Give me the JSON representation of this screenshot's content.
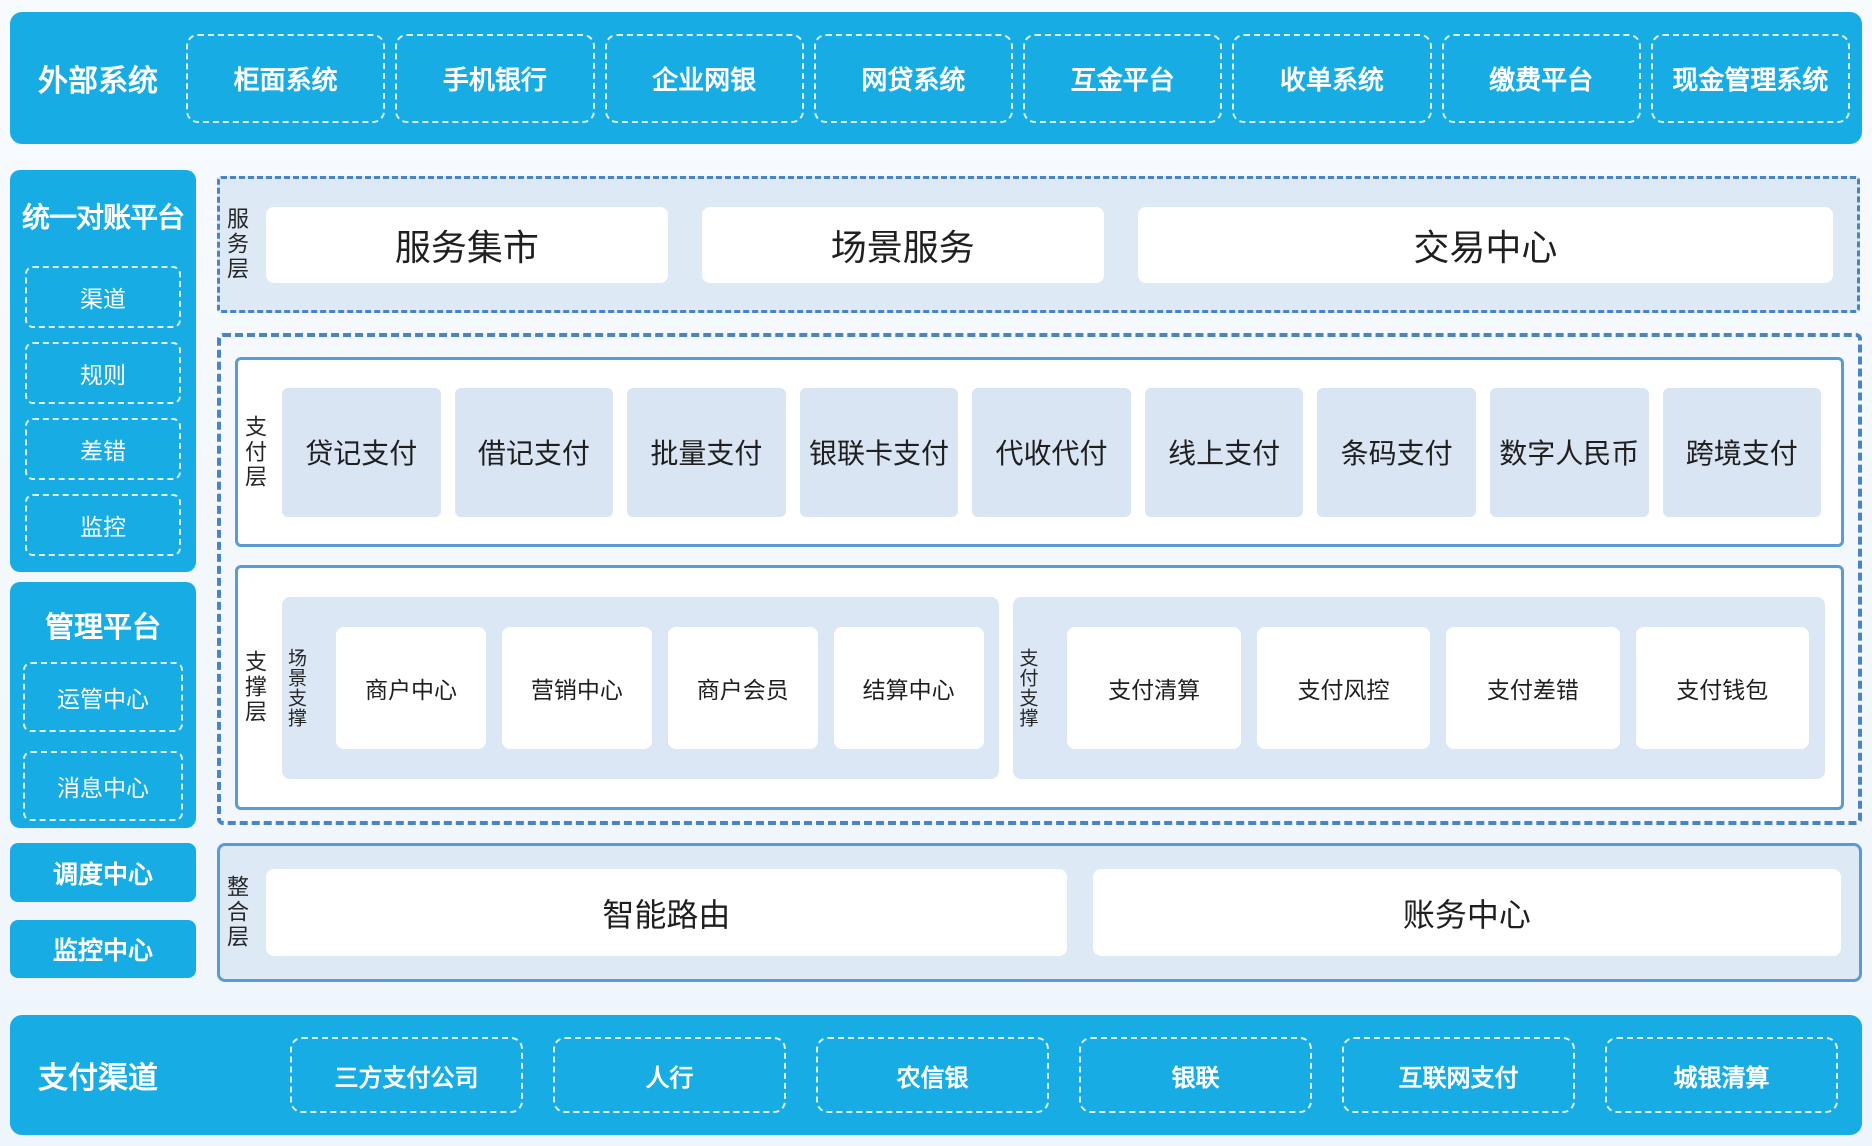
{
  "top_bar": {
    "label": "外部系统",
    "items": [
      "柜面系统",
      "手机银行",
      "企业网银",
      "网贷系统",
      "互金平台",
      "收单系统",
      "缴费平台",
      "现金管理系统"
    ]
  },
  "sidebar": {
    "blocks": [
      {
        "title": "统一对账平台",
        "items": [
          "渠道",
          "规则",
          "差错",
          "监控"
        ]
      },
      {
        "title": "管理平台",
        "items": [
          "运管中心",
          "消息中心"
        ]
      }
    ],
    "solo_items": [
      "调度中心",
      "监控中心"
    ]
  },
  "layers": {
    "service": {
      "label": "服务层",
      "items": [
        "服务集市",
        "场景服务",
        "交易中心"
      ]
    },
    "payment": {
      "label": "支付层",
      "items": [
        "贷记支付",
        "借记支付",
        "批量支付",
        "银联卡支付",
        "代收代付",
        "线上支付",
        "条码支付",
        "数字人民币",
        "跨境支付"
      ]
    },
    "support": {
      "label": "支撑层",
      "groups": [
        {
          "label": "场景支撑",
          "items": [
            "商户中心",
            "营销中心",
            "商户会员",
            "结算中心"
          ]
        },
        {
          "label": "支付支撑",
          "items": [
            "支付清算",
            "支付风控",
            "支付差错",
            "支付钱包"
          ]
        }
      ]
    },
    "integration": {
      "label": "整合层",
      "items": [
        "智能路由",
        "账务中心"
      ]
    }
  },
  "bottom_bar": {
    "label": "支付渠道",
    "items": [
      "三方支付公司",
      "人行",
      "农信银",
      "银联",
      "互联网支付",
      "城银清算"
    ]
  },
  "colors": {
    "accent_cyan": "#18ACE5",
    "layer_panel_blue": "#DEE9F6",
    "item_tile_blue": "#D9E5F3",
    "group_panel_blue": "#DBE7F5",
    "solid_border_blue": "#5B9BD5",
    "dashed_border_blue": "#4A84C6",
    "text_dark": "#1F1F1F",
    "text_white": "#FFFFFF"
  }
}
